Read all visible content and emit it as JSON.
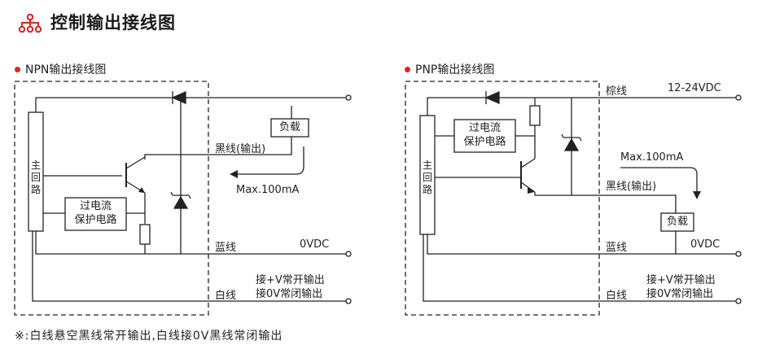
{
  "header": {
    "title": "控制输出接线图",
    "icon": "wiring-diagram-icon",
    "accent": "#d9261c"
  },
  "npn": {
    "section_title": "NPN输出接线图",
    "main_circuit": "主回路",
    "protection": [
      "过电流",
      "保护电路"
    ],
    "load": "负载",
    "black_wire": "黑线(输出)",
    "max_current": "Max.100mA",
    "blue_wire": "蓝线",
    "zero_vdc": "0VDC",
    "white_wire": "白线",
    "white_note": [
      "接+V常开输出",
      "接0V常闭输出"
    ]
  },
  "pnp": {
    "section_title": "PNP输出接线图",
    "brown_wire": "棕线",
    "supply": "12-24VDC",
    "main_circuit": "主回路",
    "protection": [
      "过电流",
      "保护电路"
    ],
    "max_current": "Max.100mA",
    "black_wire": "黑线(输出)",
    "load": "负载",
    "blue_wire": "蓝线",
    "zero_vdc": "0VDC",
    "white_wire": "白线",
    "white_note": [
      "接+V常开输出",
      "接0V常闭输出"
    ]
  },
  "footnote": "※:白线悬空黑线常开输出,白线接0V黑线常闭输出"
}
